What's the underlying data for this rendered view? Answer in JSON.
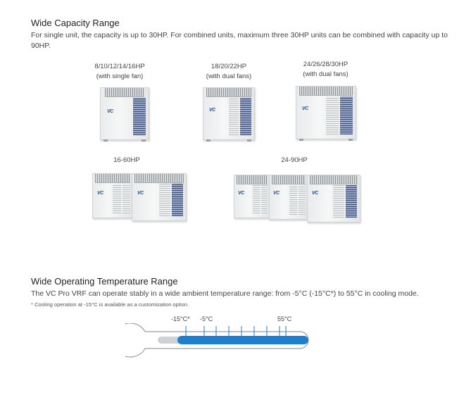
{
  "capacity": {
    "heading": "Wide Capacity Range",
    "desc": "For single unit, the capacity is up to 30HP. For combined units, maximum three 30HP units can be combined with capacity up to 90HP.",
    "units": [
      {
        "line1": "8/10/12/14/16HP",
        "line2": "(with single fan)"
      },
      {
        "line1": "18/20/22HP",
        "line2": "(with dual fans)"
      },
      {
        "line1": "24/26/28/30HP",
        "line2": "(with dual fans)"
      }
    ],
    "combos": [
      {
        "label": "16-60HP"
      },
      {
        "label": "24-90HP"
      }
    ],
    "logo_text": "VC"
  },
  "temperature": {
    "heading": "Wide Operating Temperature Range",
    "desc": "The VC Pro VRF can operate stably in a wide ambient temperature range: from -5°C (-15°C*) to 55°C in cooling mode.",
    "note": "* Cooling operation at -15°C is available as a customization option.",
    "labels": {
      "low_custom": "-15°C*",
      "low": "-5°C",
      "high": "55°C"
    },
    "colors": {
      "fill": "#1e7fd0",
      "tube": "#cfd2d4",
      "outline": "#9a9ea1"
    }
  }
}
